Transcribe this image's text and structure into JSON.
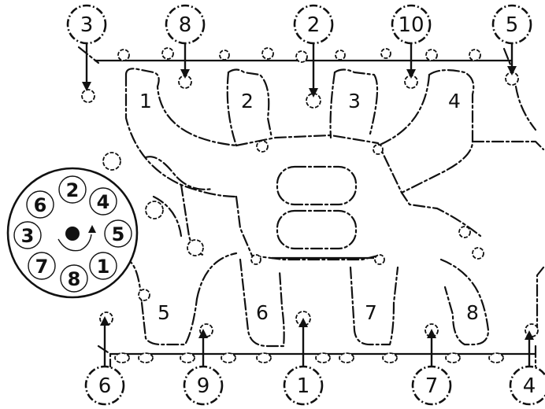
{
  "sequence_callouts": [
    "3",
    "8",
    "2",
    "10",
    "5",
    "6",
    "9",
    "1",
    "7",
    "4"
  ],
  "port_numbers": [
    "1",
    "2",
    "3",
    "4",
    "5",
    "6",
    "7",
    "8"
  ],
  "distributor_numbers": [
    "2",
    "4",
    "5",
    "1",
    "8",
    "7",
    "3",
    "6"
  ]
}
